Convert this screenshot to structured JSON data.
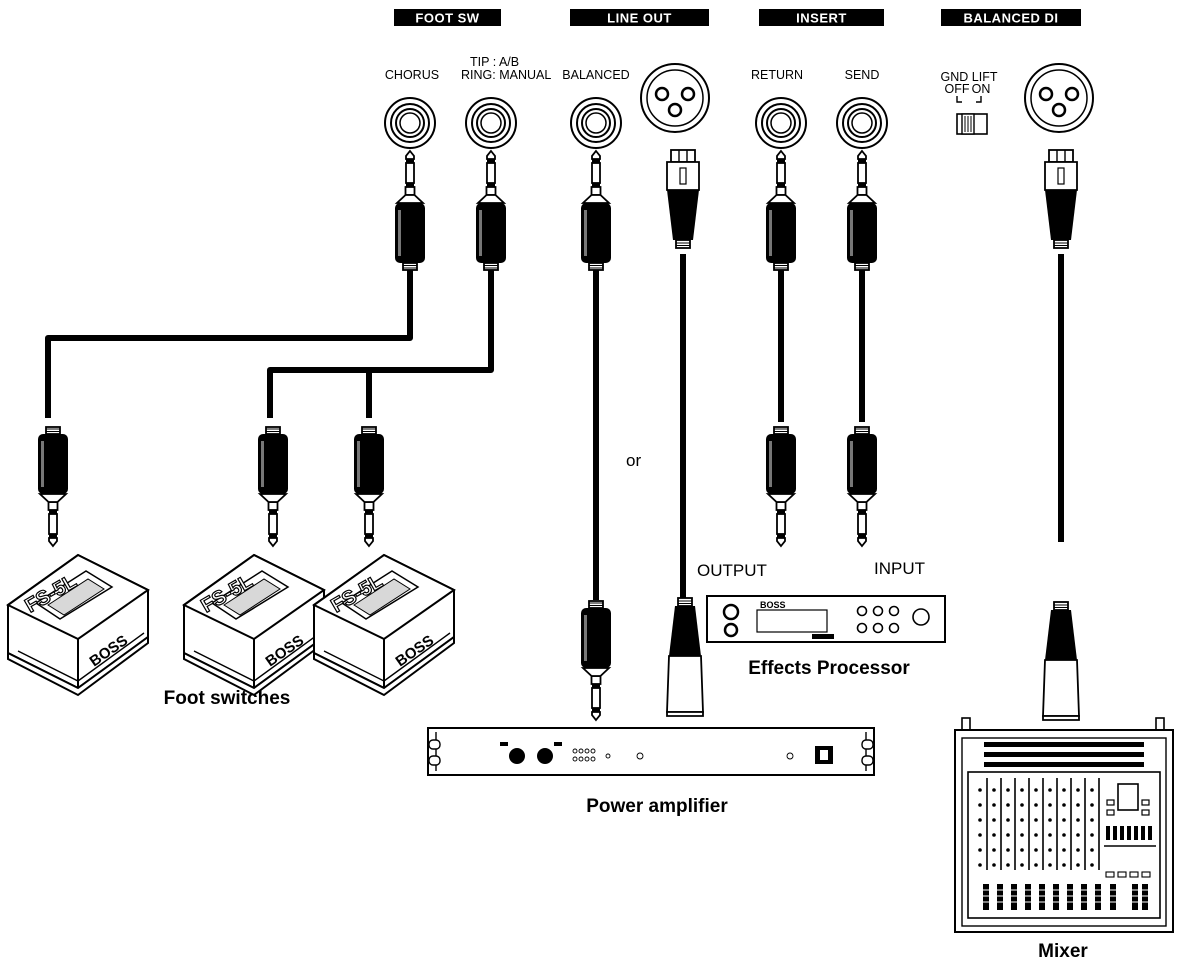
{
  "headers": {
    "foot_sw": "FOOT SW",
    "line_out": "LINE OUT",
    "insert": "INSERT",
    "balanced_di": "BALANCED DI"
  },
  "jacks": {
    "chorus": "CHORUS",
    "tip_line": "TIP   : A/B",
    "ring_line": "RING: MANUAL",
    "balanced": "BALANCED",
    "return": "RETURN",
    "send": "SEND",
    "gnd_lift": "GND LIFT",
    "off": "OFF",
    "on": "ON"
  },
  "labels": {
    "or": "or",
    "output": "OUTPUT",
    "input": "INPUT"
  },
  "devices": {
    "foot_switches": "Foot switches",
    "effects_processor": "Effects Processor",
    "power_amplifier": "Power amplifier",
    "mixer": "Mixer",
    "pedal_brand": "BOSS",
    "pedal_model": "FS-5L",
    "fx_brand": "BOSS"
  },
  "icons": [
    "phone-jack-icon",
    "xlr-jack-icon",
    "phone-plug-icon",
    "xlr-plug-icon",
    "toggle-switch-icon"
  ]
}
